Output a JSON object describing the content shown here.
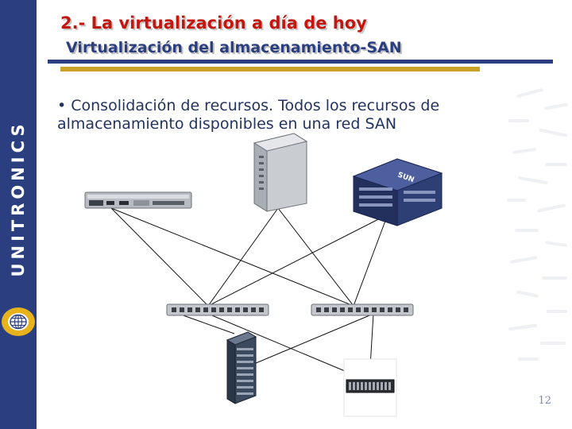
{
  "brand": {
    "name": "UNITRONICS"
  },
  "slide": {
    "title": "2.- La virtualización a día de hoy",
    "subtitle": "Virtualización del almacenamiento-SAN",
    "bullet": "• Consolidación de recursos. Todos los recursos de almacenamiento disponibles en una red SAN",
    "page_number": "12"
  },
  "colors": {
    "sidebar": "#2b3f80",
    "title_red": "#c3160f",
    "subtitle_blue": "#2b3f80",
    "gold_rule": "#c9a227"
  },
  "diagram": {
    "devices": [
      {
        "name": "rack-server-icon"
      },
      {
        "name": "tower-server-icon"
      },
      {
        "name": "sun-server-icon"
      },
      {
        "name": "san-switch-left-icon"
      },
      {
        "name": "san-switch-right-icon"
      },
      {
        "name": "disk-array-icon"
      },
      {
        "name": "tape-library-icon"
      }
    ]
  }
}
